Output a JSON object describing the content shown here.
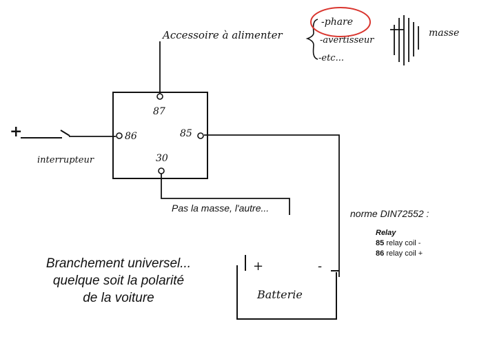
{
  "diagram": {
    "accessory_label": "Accessoire à alimenter",
    "accessory_list": [
      "-phare",
      "-avertisseur",
      "-etc..."
    ],
    "ground_label": "masse",
    "relay_pins": {
      "p87": "87",
      "p86": "86",
      "p85": "85",
      "p30": "30"
    },
    "switch_label": "interrupteur",
    "plus_sign": "+",
    "battery": {
      "label": "Batterie",
      "plus": "+",
      "minus": "-"
    },
    "not_ground_note": "Pas la masse, l'autre...",
    "caption_lines": [
      "Branchement universel...",
      "quelque soit la polarité",
      "de la voiture"
    ],
    "norm_title": "norme DIN72552 :",
    "relay_legend": {
      "title": "Relay",
      "rows": [
        {
          "pin": "85",
          "text": "relay coil -"
        },
        {
          "pin": "86",
          "text": "relay coil +"
        }
      ]
    },
    "highlight_color": "#d9352e"
  }
}
